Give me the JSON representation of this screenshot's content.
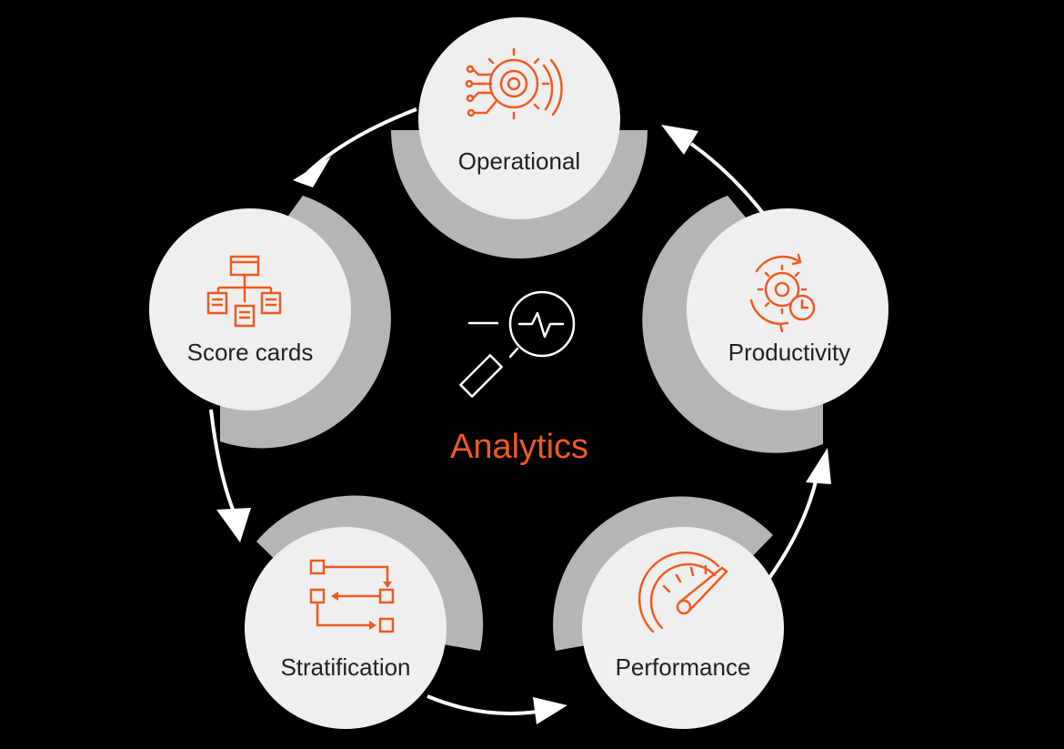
{
  "diagram": {
    "type": "cycle",
    "center": {
      "title": "Analytics",
      "icon": "magnifier-pulse-icon"
    },
    "colors": {
      "background": "#000000",
      "accent": "#f05a22",
      "node_fill": "#efefef",
      "node_shadow": "#b5b5b5",
      "arrow": "#ffffff",
      "icon_white": "#ffffff"
    },
    "nodes": [
      {
        "id": "operational",
        "label": "Operational",
        "icon": "gear-circuit-icon"
      },
      {
        "id": "productivity",
        "label": "Productivity",
        "icon": "gear-cycle-clock-icon"
      },
      {
        "id": "performance",
        "label": "Performance",
        "icon": "speedometer-icon"
      },
      {
        "id": "stratification",
        "label": "Stratification",
        "icon": "flowchart-icon"
      },
      {
        "id": "score-cards",
        "label": "Score cards",
        "icon": "org-chart-icon"
      }
    ],
    "flow_direction": "counter-clockwise"
  }
}
